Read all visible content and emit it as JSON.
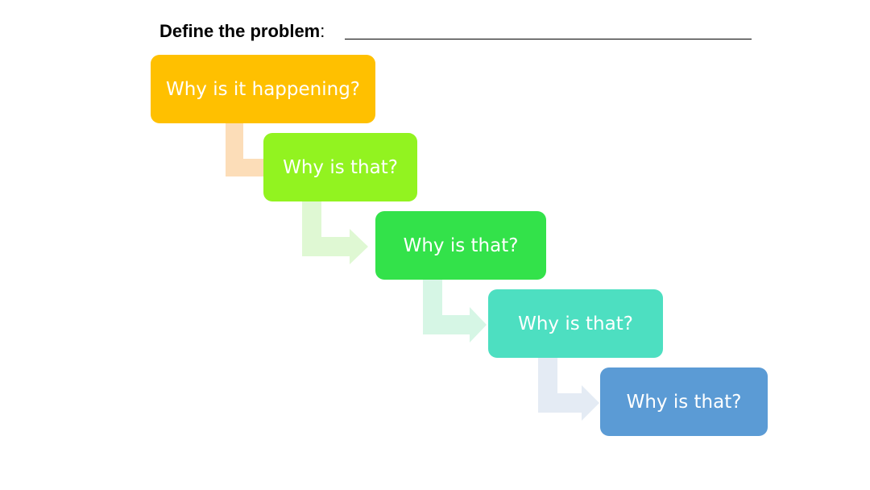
{
  "header": {
    "label": "Define the problem",
    "colon": ": "
  },
  "steps": [
    {
      "label": "Why is it happening?",
      "color": "#FFC000"
    },
    {
      "label": "Why is that?",
      "color": "#92F320"
    },
    {
      "label": "Why is that?",
      "color": "#33E24A"
    },
    {
      "label": "Why is that?",
      "color": "#4DDFC1"
    },
    {
      "label": "Why is that?",
      "color": "#5B9BD5"
    }
  ],
  "connector_colors": [
    "#FCDDB8",
    "#DFF8D3",
    "#D6F6E5",
    "#E4EBF4"
  ]
}
